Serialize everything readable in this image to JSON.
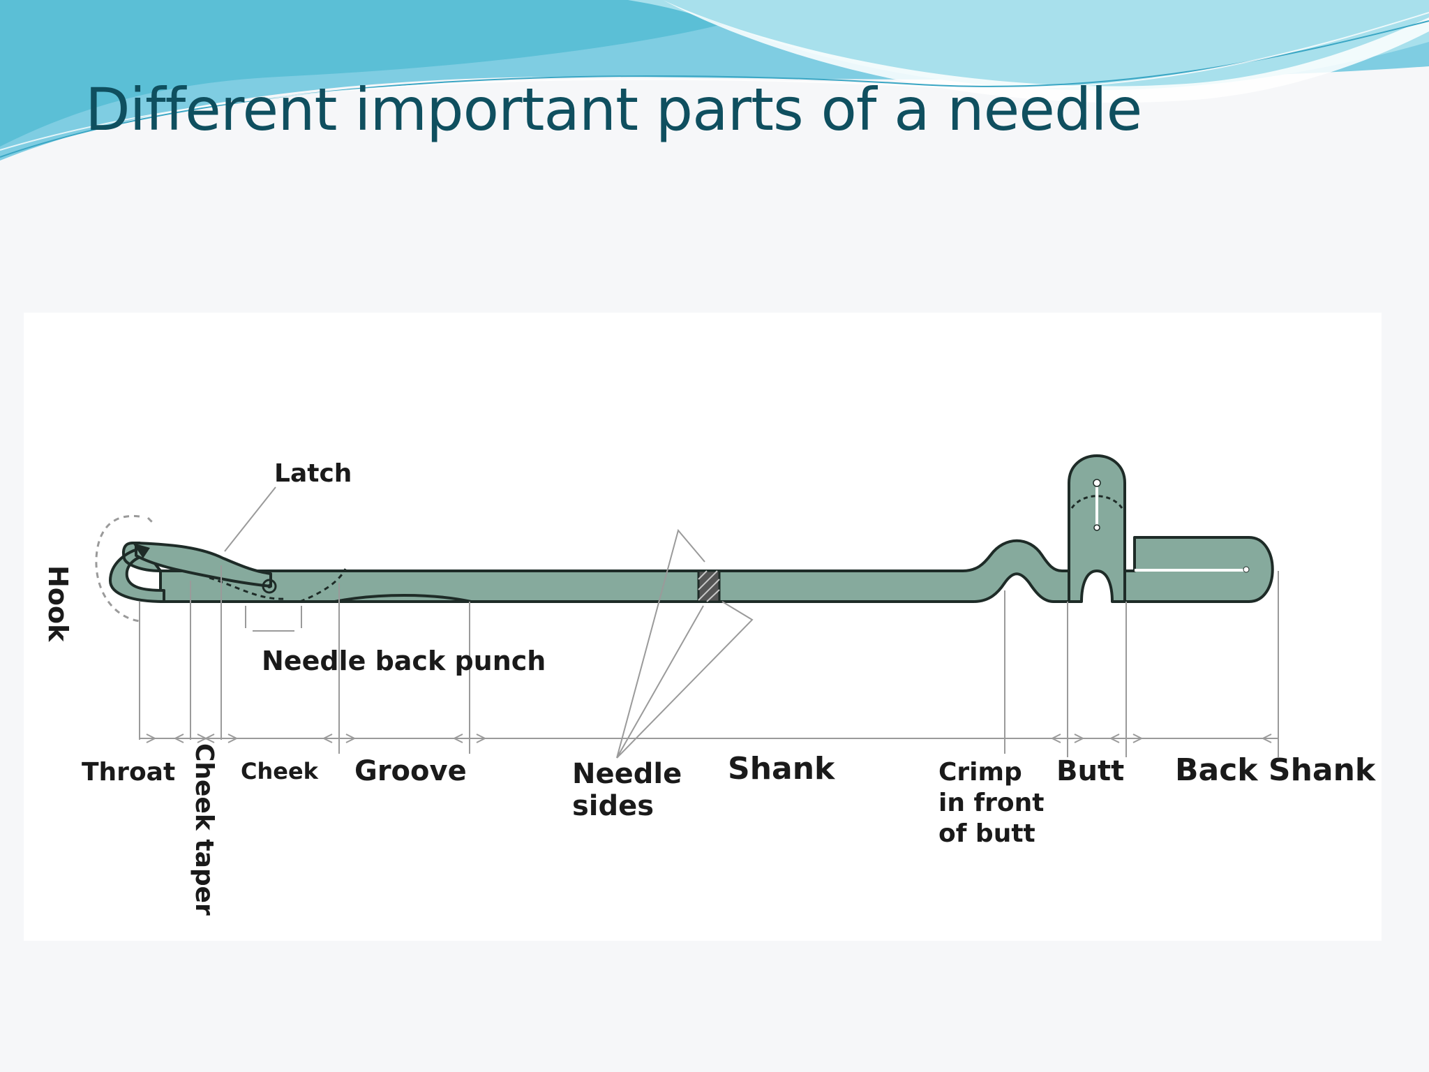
{
  "slide": {
    "title": "Different important parts of a needle"
  },
  "diagram": {
    "colors": {
      "needle_fill": "#86aa9d",
      "needle_outline": "#1e2b27",
      "guide_lines": "#9a9a9a",
      "banner_blue": "#5bbfd6",
      "title_text": "#0f4f5f"
    },
    "labels": {
      "latch": "Latch",
      "hook": "Hook",
      "needle_back_punch": "Needle back punch",
      "throat": "Throat",
      "cheek_taper": "Cheek taper",
      "cheek": "Cheek",
      "groove": "Groove",
      "needle_sides_line1": "Needle",
      "needle_sides_line2": "sides",
      "shank": "Shank",
      "crimp_line1": "Crimp",
      "crimp_line2": "in front",
      "crimp_line3": "of butt",
      "butt": "Butt",
      "back_shank": "Back Shank"
    }
  }
}
